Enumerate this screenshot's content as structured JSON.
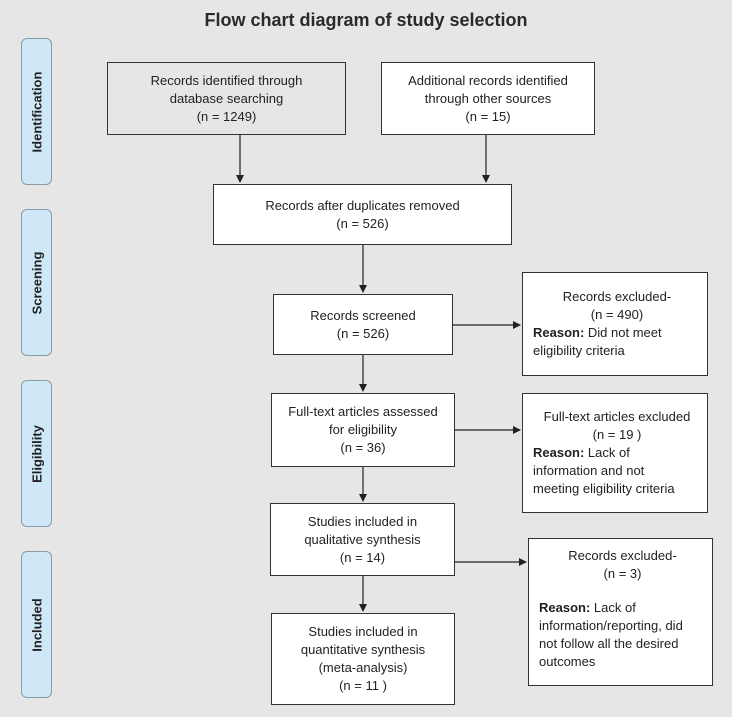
{
  "title": "Flow chart diagram of study selection",
  "phases": {
    "identification": "Identification",
    "screening": "Screening",
    "eligibility": "Eligibility",
    "included": "Included"
  },
  "boxes": {
    "db_search": {
      "line1": "Records identified through",
      "line2": "database searching",
      "line3": "(n = 1249)"
    },
    "other_sources": {
      "line1": "Additional records identified",
      "line2": "through other sources",
      "line3": "(n = 15)"
    },
    "after_duplicates": {
      "line1": "Records after duplicates removed",
      "line2": "(n = 526)"
    },
    "screened": {
      "line1": "Records screened",
      "line2": "(n =  526)"
    },
    "excluded_screening": {
      "line1": "Records excluded-",
      "line2": "(n =  490)",
      "reason_label": "Reason:",
      "reason_text": " Did not meet",
      "line4": "eligibility criteria"
    },
    "fulltext_assessed": {
      "line1": "Full-text articles assessed",
      "line2": "for eligibility",
      "line3": "(n =  36)"
    },
    "fulltext_excluded": {
      "line1": "Full-text articles excluded",
      "line2": "(n = 19 )",
      "reason_label": "Reason:",
      "reason_text": " Lack of",
      "line4": "information and not",
      "line5": "meeting eligibility criteria"
    },
    "qualitative": {
      "line1": "Studies included in",
      "line2": "qualitative synthesis",
      "line3": "(n =  14)"
    },
    "excluded_included": {
      "line1": "Records excluded-",
      "line2": "(n = 3)",
      "reason_label": "Reason:",
      "reason_text": " Lack of",
      "line4": "information/reporting, did",
      "line5": "not follow all the desired",
      "line6": "outcomes"
    },
    "quantitative": {
      "line1": "Studies included in",
      "line2": "quantitative synthesis",
      "line3": "(meta-analysis)",
      "line4": "(n = 11 )"
    }
  }
}
